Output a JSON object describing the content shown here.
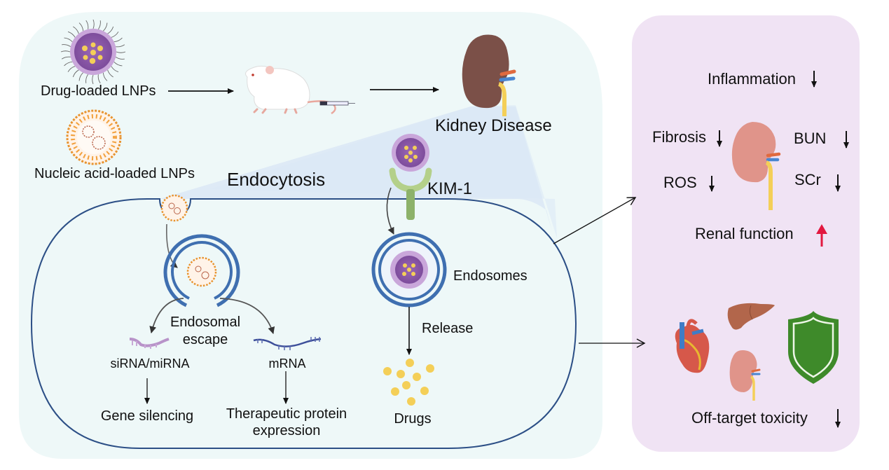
{
  "figure": {
    "left_panel": {
      "lnp_types": [
        {
          "label": "Drug-loaded LNPs",
          "icon": "drug-loaded-lnp-icon"
        },
        {
          "label": "Nucleic acid-loaded LNPs",
          "icon": "nucleic-acid-lnp-icon"
        }
      ],
      "animal_icon": "mouse-injection-icon",
      "disease_label": "Kidney Disease",
      "endocytosis_label": "Endocytosis",
      "receptor_label": "KIM-1",
      "nucleic_acid_path": {
        "escape_label_line1": "Endosomal",
        "escape_label_line2": "escape",
        "sirna_label": "siRNA/miRNA",
        "mrna_label": "mRNA",
        "sirna_outcome": "Gene silencing",
        "mrna_outcome_line1": "Therapeutic protein",
        "mrna_outcome_line2": "expression"
      },
      "drug_path": {
        "endosome_label": "Endosomes",
        "release_label": "Release",
        "drugs_label": "Drugs"
      }
    },
    "right_panel": {
      "outcomes": [
        {
          "label": "Inflammation",
          "direction": "down"
        },
        {
          "label": "Fibrosis",
          "direction": "down"
        },
        {
          "label": "BUN",
          "direction": "down"
        },
        {
          "label": "ROS",
          "direction": "down"
        },
        {
          "label": "SCr",
          "direction": "down"
        }
      ],
      "renal_function": {
        "label": "Renal function",
        "direction": "up"
      },
      "off_target": {
        "label": "Off-target toxicity",
        "direction": "down"
      },
      "organ_icons": [
        "heart-icon",
        "liver-icon",
        "kidney-icon",
        "shield-icon"
      ]
    },
    "colors": {
      "left_panel_bg": "#eef8f8",
      "right_panel_bg": "#f0e3f4",
      "wedge": "#dde9f6",
      "membrane": "#2c4f86",
      "endosome": "#3f6fb0",
      "lnp_purple": "#8c5aa8",
      "lnp_head": "#c9a6da",
      "drug_yellow": "#f4cf58",
      "kidney_diseased": "#7b5048",
      "kidney_healthy": "#e0948a",
      "kim1_green": "#8db26a",
      "up_arrow": "#e2183f",
      "shield_green": "#3e8a2a",
      "sirna": "#b893c9",
      "mrna": "#3d4f9a"
    }
  }
}
